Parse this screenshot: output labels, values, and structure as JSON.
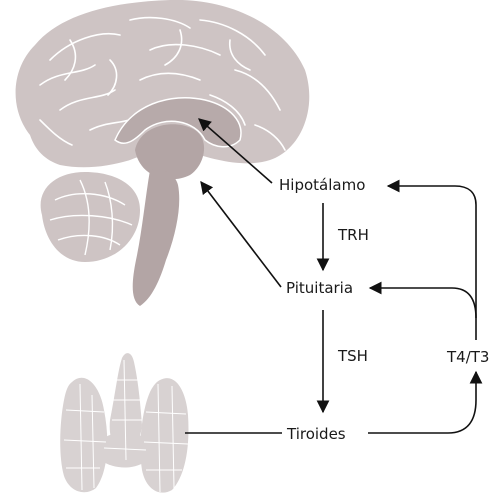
{
  "labels": {
    "hypothalamus": "Hipotálamo",
    "pituitary": "Pituitaria",
    "thyroid": "Tiroides",
    "trh": "TRH",
    "tsh": "TSH",
    "t4t3": "T4/T3"
  },
  "colors": {
    "brain_fill": "#cec4c4",
    "brain_inner": "#b3a5a5",
    "brain_lines": "#ffffff",
    "thyroid_fill": "#d8d2d2",
    "arrow": "#111111"
  }
}
